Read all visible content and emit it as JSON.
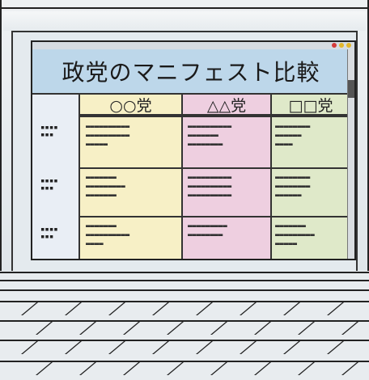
{
  "slide": {
    "title": "政党のマニフェスト比較",
    "parties": [
      {
        "name": "○○党",
        "color": "#f7f0c6"
      },
      {
        "name": "△△党",
        "color": "#eecfe0"
      },
      {
        "name": "□□党",
        "color": "#dfe9c9"
      }
    ],
    "row_labels": [
      "▪▪▪▪\n▪▪▪",
      "▪▪▪▪\n▪▪▪",
      "▪▪▪▪\n▪▪▪"
    ]
  },
  "colors": {
    "title_bg": "#bdd7ea",
    "side_bg": "#e9eef5",
    "window_dots": [
      "#d43b3b",
      "#e3b62b",
      "#e3b62b"
    ]
  }
}
